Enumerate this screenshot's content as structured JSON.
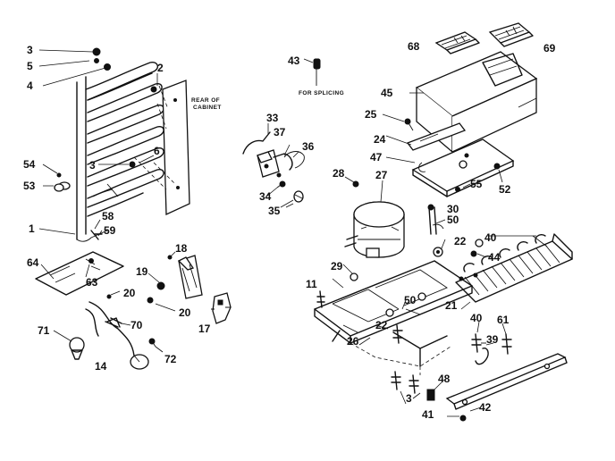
{
  "notes": {
    "rear_of_cabinet_line1": "REAR OF",
    "rear_of_cabinet_line2": "CABINET",
    "for_splicing": "FOR SPLICING"
  },
  "callouts": {
    "p1": "1",
    "p2": "2",
    "p3a": "3",
    "p3b": "3",
    "p3c": "3",
    "p4": "4",
    "p5": "5",
    "p6": "6",
    "p11": "11",
    "p14": "14",
    "p17": "17",
    "p18": "18",
    "p19": "19",
    "p20a": "20",
    "p20b": "20",
    "p21": "21",
    "p22a": "22",
    "p22b": "22",
    "p24": "24",
    "p25": "25",
    "p26": "26",
    "p27": "27",
    "p28": "28",
    "p29": "29",
    "p30": "30",
    "p33": "33",
    "p34": "34",
    "p35": "35",
    "p36": "36",
    "p37": "37",
    "p39": "39",
    "p40a": "40",
    "p40b": "40",
    "p41": "41",
    "p42": "42",
    "p43": "43",
    "p44": "44",
    "p45": "45",
    "p47": "47",
    "p48": "48",
    "p50a": "50",
    "p50b": "50",
    "p52": "52",
    "p53": "53",
    "p54": "54",
    "p55": "55",
    "p58": "58",
    "p59": "59",
    "p61": "61",
    "p63": "63",
    "p64": "64",
    "p68": "68",
    "p69": "69",
    "p70": "70",
    "p71": "71",
    "p72": "72"
  }
}
